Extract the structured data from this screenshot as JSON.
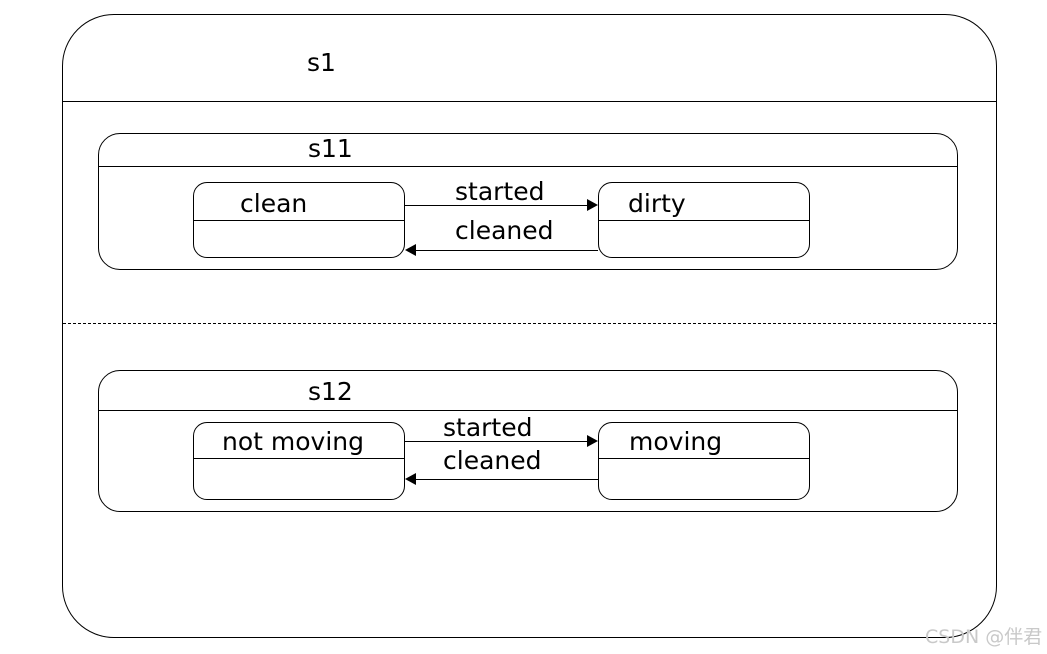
{
  "diagram": {
    "type": "uml-state-machine",
    "background_color": "#ffffff",
    "stroke_color": "#000000",
    "composite_state": {
      "name": "s1",
      "regions": [
        {
          "name": "s11",
          "states": [
            {
              "id": "clean",
              "label": "clean"
            },
            {
              "id": "dirty",
              "label": "dirty"
            }
          ],
          "transitions": [
            {
              "from": "clean",
              "to": "dirty",
              "label": "started",
              "direction": "right"
            },
            {
              "from": "dirty",
              "to": "clean",
              "label": "cleaned",
              "direction": "left"
            }
          ]
        },
        {
          "name": "s12",
          "states": [
            {
              "id": "not-moving",
              "label": "not moving"
            },
            {
              "id": "moving",
              "label": "moving"
            }
          ],
          "transitions": [
            {
              "from": "not-moving",
              "to": "moving",
              "label": "started",
              "direction": "right"
            },
            {
              "from": "moving",
              "to": "not-moving",
              "label": "cleaned",
              "direction": "left"
            }
          ]
        }
      ]
    }
  },
  "watermark": {
    "text": "CSDN @伴君",
    "color": "#c9c9c9"
  }
}
